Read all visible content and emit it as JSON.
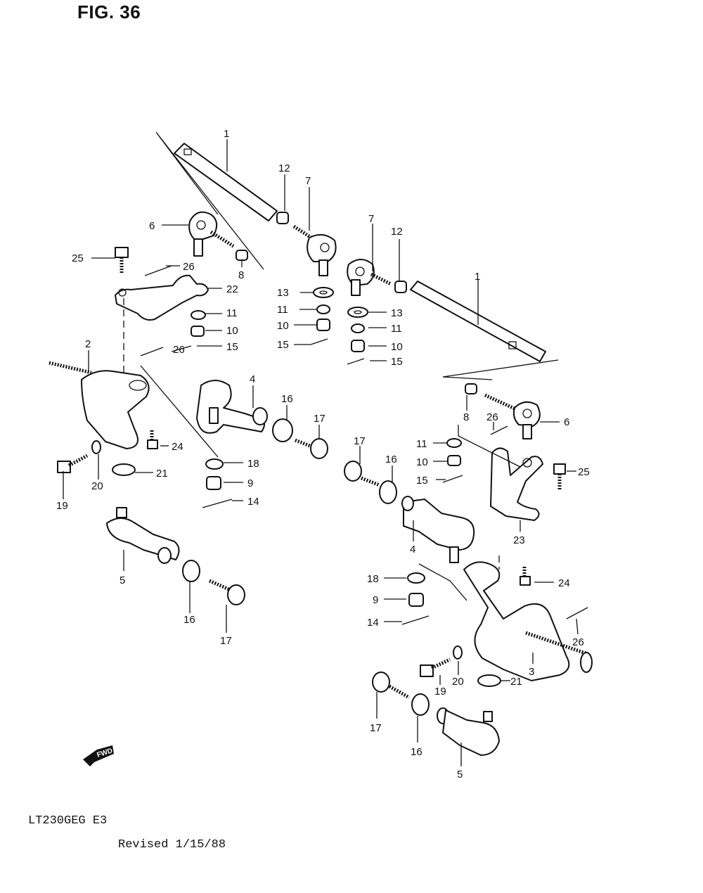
{
  "header": {
    "figure_title": "FIG. 36"
  },
  "footer": {
    "model_code": "LT230GEG E3",
    "revision": "Revised 1/15/88"
  },
  "fwd_badge": {
    "text": "FWD"
  },
  "labels": {
    "1a": "1",
    "12a": "12",
    "7a": "7",
    "6a": "6",
    "25a": "25",
    "26a": "26",
    "8a": "8",
    "22": "22",
    "13a": "13",
    "11a": "11",
    "10a": "10",
    "15a": "15",
    "7b": "7",
    "12b": "12",
    "1b": "1",
    "13b": "13",
    "11b": "11",
    "10b": "10",
    "15b": "15",
    "11c": "11",
    "10c": "10",
    "2": "2",
    "26b": "26",
    "15c": "15",
    "4a": "4",
    "16a": "16",
    "17a": "17",
    "24a": "24",
    "21a": "21",
    "20a": "20",
    "19a": "19",
    "18a": "18",
    "9a": "9",
    "14a": "14",
    "8b": "8",
    "26c": "26",
    "6b": "6",
    "11d": "11",
    "10d": "10",
    "15d": "15",
    "25b": "25",
    "17b": "17",
    "16b": "16",
    "4b": "4",
    "23": "23",
    "5a": "5",
    "16c": "16",
    "17c": "17",
    "18b": "18",
    "24b": "24",
    "9b": "9",
    "14b": "14",
    "26d": "26",
    "3": "3",
    "19b": "19",
    "20b": "20",
    "21b": "21",
    "17d": "17",
    "16d": "16",
    "5b": "5"
  }
}
